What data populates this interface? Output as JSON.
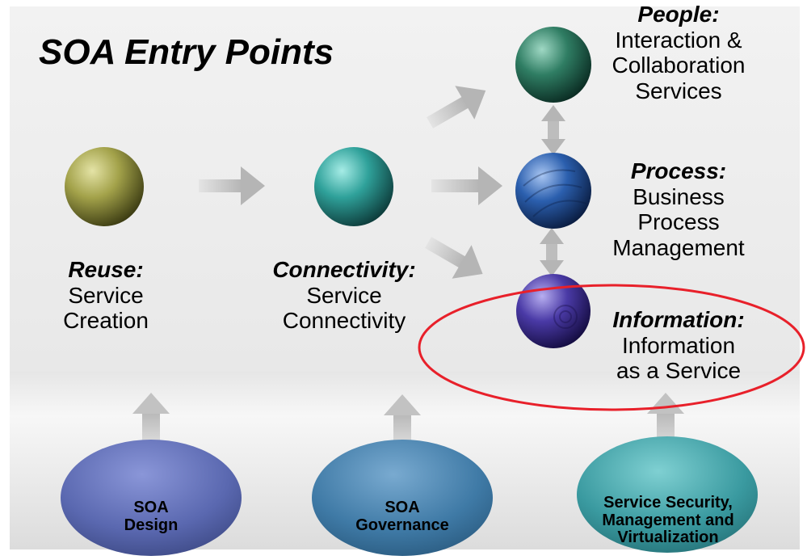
{
  "title": "SOA Entry Points",
  "nodes": {
    "reuse": {
      "heading": "Reuse:",
      "lines": [
        "Service",
        "Creation"
      ]
    },
    "connectivity": {
      "heading": "Connectivity:",
      "lines": [
        "Service",
        "Connectivity"
      ]
    },
    "people": {
      "heading": "People:",
      "lines": [
        "Interaction &",
        "Collaboration",
        "Services"
      ]
    },
    "process": {
      "heading": "Process:",
      "lines": [
        "Business",
        "Process",
        "Management"
      ]
    },
    "information": {
      "heading": "Information:",
      "lines": [
        "Information",
        "as a Service"
      ]
    }
  },
  "foundation": {
    "design": {
      "lines": [
        "SOA",
        "Design"
      ]
    },
    "governance": {
      "lines": [
        "SOA",
        "Governance"
      ]
    },
    "security": {
      "lines": [
        "Service Security,",
        "Management and",
        "Virtualization"
      ]
    }
  },
  "colors": {
    "highlight_ellipse": "#e8202a",
    "arrow": "#b8b8b8",
    "panel": "#efefef",
    "foundation_band": "#dedede",
    "sphere_reuse": "#a3a24a",
    "sphere_connectivity": "#2fa19a",
    "sphere_people": "#2f7d63",
    "sphere_process": "#2b5fae",
    "sphere_information": "#4a3aa6",
    "oval_design": "#5a68b0",
    "oval_governance": "#3f7aa6",
    "oval_security": "#3a9aa0"
  }
}
